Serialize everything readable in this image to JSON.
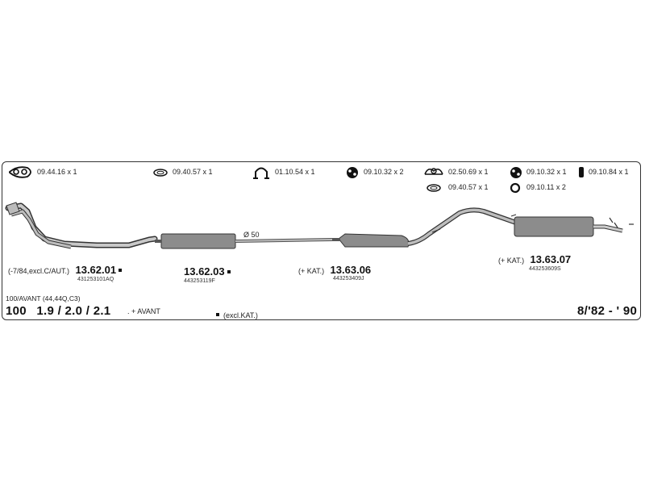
{
  "hardware": [
    {
      "icon": "gasket-icon",
      "label": "09.44.16 x 1"
    },
    {
      "icon": "ring-icon",
      "label": "09.40.57 x 1"
    },
    {
      "icon": "clamp-icon",
      "label": "01.10.54 x 1"
    },
    {
      "icon": "rubber-mount-icon",
      "label": "09.10.32 x 2"
    },
    {
      "icon": "bracket-icon",
      "label": "02.50.69 x 1"
    },
    {
      "icon": "rubber-mount-icon",
      "label": "09.10.32 x 1"
    },
    {
      "icon": "hanger-icon",
      "label": "09.10.84 x 1"
    },
    {
      "icon": "ring-icon",
      "label": "09.40.57 x 1"
    },
    {
      "icon": "o-ring-icon",
      "label": "09.10.11 x 2"
    }
  ],
  "parts": [
    {
      "prefix": "(-7/84,excl.C/AUT.)",
      "number": "13.62.01",
      "oem": "431253101AQ",
      "excl_kat": true
    },
    {
      "prefix": "",
      "number": "13.62.03",
      "oem": "443253119F",
      "excl_kat": true
    },
    {
      "prefix": "(+ KAT.)",
      "number": "13.63.06",
      "oem": "443253409J",
      "excl_kat": false
    },
    {
      "prefix": "(+ KAT.)",
      "number": "13.63.07",
      "oem": "443253609S",
      "excl_kat": false
    }
  ],
  "pipe_diameter": "Ø 50",
  "vehicle": {
    "variant": "100/AVANT (44,44Q,C3)",
    "model": "100",
    "engines": "1.9 / 2.0 / 2.1",
    "legend_avant": ". + AVANT",
    "legend_excl": "(excl.KAT.)",
    "years": "8/'82 - ' 90"
  },
  "colors": {
    "muffler": "#8c8c8c",
    "pipe": "#9a9a9a",
    "outline": "#333333"
  }
}
